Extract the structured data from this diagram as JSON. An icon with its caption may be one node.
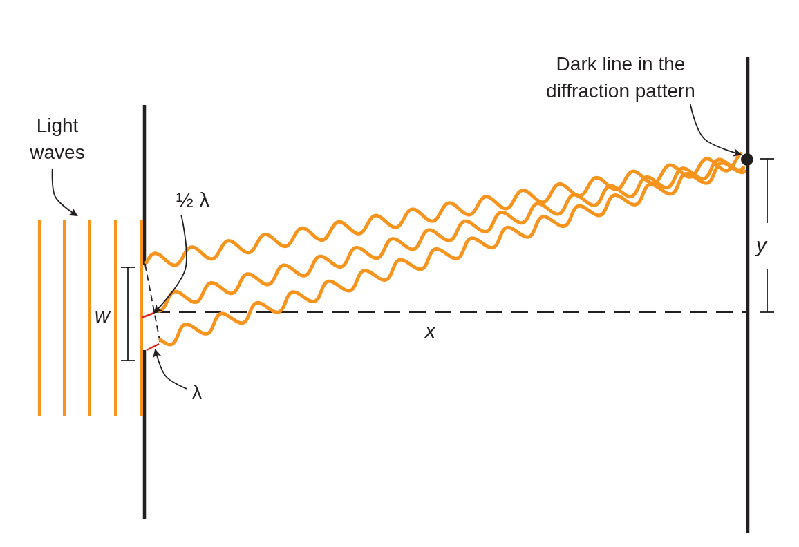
{
  "diagram": {
    "nodes": [
      {
        "text": [
          "Light waves"
        ]
      },
      {
        "text": [
          "Dark line in the diffraction pattern"
        ]
      },
      {
        "text": [],
        "shape": "circle"
      },
      {
        "text": [
          "½ λ"
        ]
      },
      {
        "text": [
          "λ"
        ]
      },
      {
        "text": [],
        "shape": "lines"
      },
      {
        "text": [],
        "shape": "line"
      },
      {
        "text": [],
        "shape": "line"
      }
    ],
    "edges": [
      {
        "from": 0,
        "to": 5,
        "arrow": "to"
      },
      {
        "from": 1,
        "to": 2,
        "arrow": "to"
      },
      {
        "from": 3,
        "to": 6,
        "arrow": "to"
      },
      {
        "from": 4,
        "to": 7,
        "arrow": "to"
      }
    ],
    "labels": [
      "w",
      "x",
      "y"
    ]
  }
}
